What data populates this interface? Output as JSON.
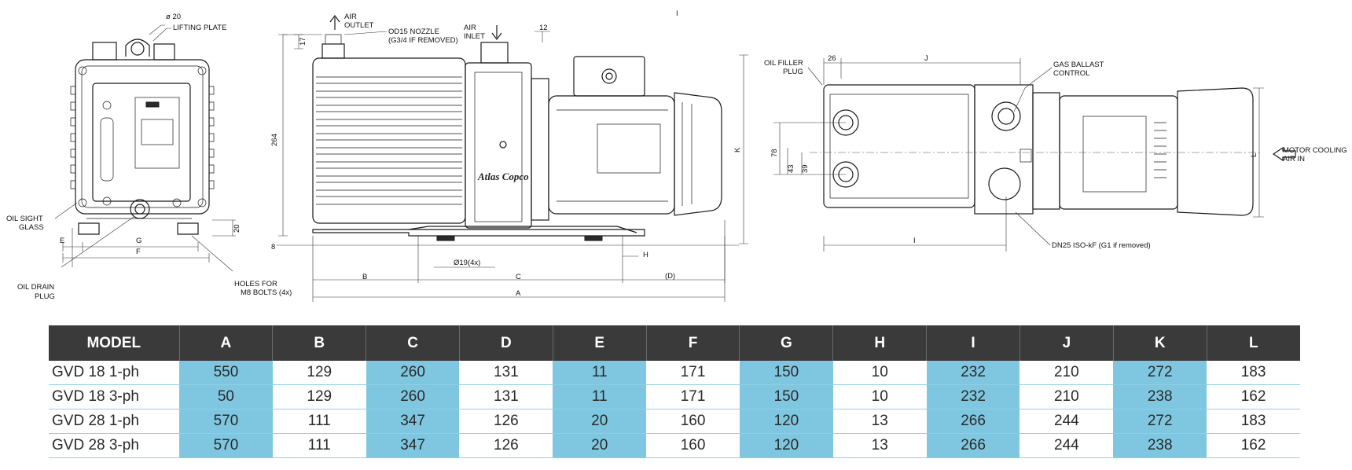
{
  "drawing": {
    "labels": {
      "thread_size": "ø 20",
      "lifting_plate": "LIFTING PLATE",
      "oil_sight_glass_1": "OIL SIGHT",
      "oil_sight_glass_2": "GLASS",
      "oil_drain_plug_1": "OIL DRAIN",
      "oil_drain_plug_2": "PLUG",
      "holes_for_1": "HOLES FOR",
      "holes_for_2": "M8 BOLTS (4x)",
      "air_outlet_1": "AIR",
      "air_outlet_2": "OUTLET",
      "nozzle_1": "OD15 NOZZLE",
      "nozzle_2": "(G3/4 IF REMOVED)",
      "air_inlet_1": "AIR",
      "air_inlet_2": "INLET",
      "oil_filler_plug_1": "OIL FILLER",
      "oil_filler_plug_2": "PLUG",
      "gas_ballast_1": "GAS BALLAST",
      "gas_ballast_2": "CONTROL",
      "motor_cooling_1": "MOTOR COOLING",
      "motor_cooling_2": "AIR IN",
      "dn25": "DN25 ISO-kF (G1 if removed)",
      "brand_logo": "Atlas Copco",
      "stray_mark": "I"
    },
    "dimensions": {
      "front_e": "E",
      "front_g": "G",
      "front_f": "F",
      "front_20": "20",
      "side_17": "17",
      "side_264": "264",
      "side_8": "8",
      "side_12": "12",
      "side_k": "K",
      "side_b": "B",
      "side_c": "C",
      "side_d": "(D)",
      "side_a": "A",
      "side_h": "H",
      "side_bolt": "Ø19(4x)",
      "top_26": "26",
      "top_j": "J",
      "top_78": "78",
      "top_43": "43",
      "top_39": "39",
      "top_i": "I",
      "top_l": "L"
    }
  },
  "table": {
    "header": [
      "MODEL",
      "A",
      "B",
      "C",
      "D",
      "E",
      "F",
      "G",
      "H",
      "I",
      "J",
      "K",
      "L"
    ],
    "rows": [
      [
        "GVD 18 1-ph",
        "550",
        "129",
        "260",
        "131",
        "11",
        "171",
        "150",
        "10",
        "232",
        "210",
        "272",
        "183"
      ],
      [
        "GVD 18 3-ph",
        "50",
        "129",
        "260",
        "131",
        "11",
        "171",
        "150",
        "10",
        "232",
        "210",
        "238",
        "162"
      ],
      [
        "GVD 28 1-ph",
        "570",
        "111",
        "347",
        "126",
        "20",
        "160",
        "120",
        "13",
        "266",
        "244",
        "272",
        "183"
      ],
      [
        "GVD 28 3-ph",
        "570",
        "111",
        "347",
        "126",
        "20",
        "160",
        "120",
        "13",
        "266",
        "244",
        "238",
        "162"
      ]
    ],
    "colors": {
      "header_bg": "#3a3a3a",
      "highlight": "#7fc7e0",
      "row_rule": "#8fd0e4"
    }
  }
}
